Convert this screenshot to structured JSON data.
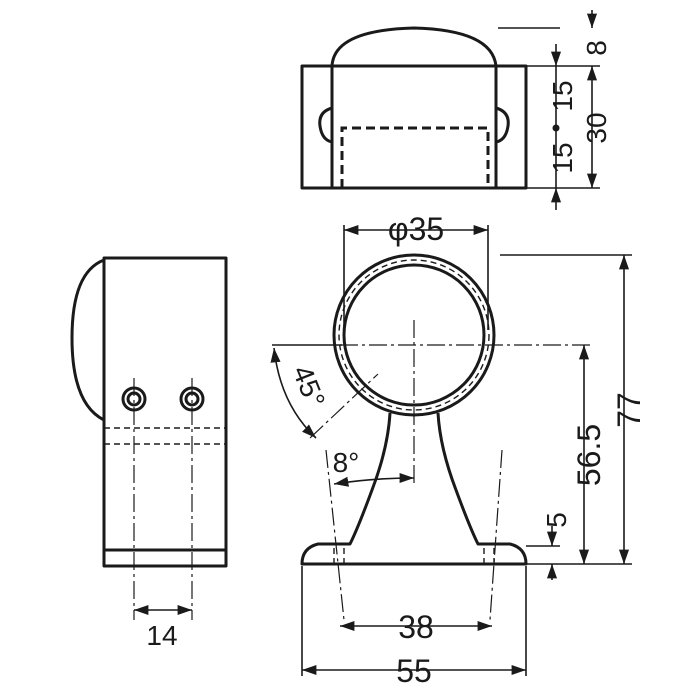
{
  "figure": {
    "views": [
      "top-view",
      "side-view",
      "front-view"
    ],
    "dimensions": {
      "top_head": "8",
      "top_hole_upper": "15",
      "top_hole_lower": "15",
      "top_total": "30",
      "side_hole_pitch": "14",
      "ring_diameter": "φ35",
      "ring_center_height": "56.5",
      "total_height": "77",
      "base_thickness": "5",
      "hole_pitch": "38",
      "base_width": "55",
      "hole_angle": "45°",
      "neck_angle": "8°"
    }
  }
}
